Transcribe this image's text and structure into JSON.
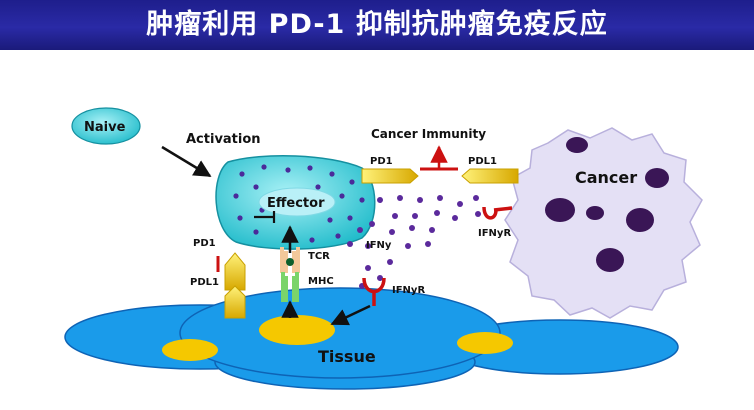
{
  "slide": {
    "title": "肿瘤利用 PD-1 抑制抗肿瘤免疫反应"
  },
  "diagram": {
    "labels": {
      "naive": "Naive",
      "activation": "Activation",
      "effector": "Effector",
      "cancer_immunity": "Cancer Immunity",
      "pd1_top": "PD1",
      "pdl1_top": "PDL1",
      "cancer": "Cancer",
      "ifny": "IFNy",
      "ifnyr_right": "IFNyR",
      "ifnyr_bottom": "IFNyR",
      "pd1_left": "PD1",
      "pdl1_left": "PDL1",
      "tcr": "TCR",
      "mhc": "MHC",
      "tissue": "Tissue"
    },
    "colors": {
      "title_bar": "#2a2aa6",
      "cell_cyan": "#2cc7d6",
      "cancer_fill": "#e4e0f5",
      "nucleus": "#3a1656",
      "tissue_blue": "#1a9bea",
      "tissue_yellow": "#f5c800",
      "inhibit_red": "#cc1111",
      "cytokine_dot": "#5b2a9c"
    }
  }
}
